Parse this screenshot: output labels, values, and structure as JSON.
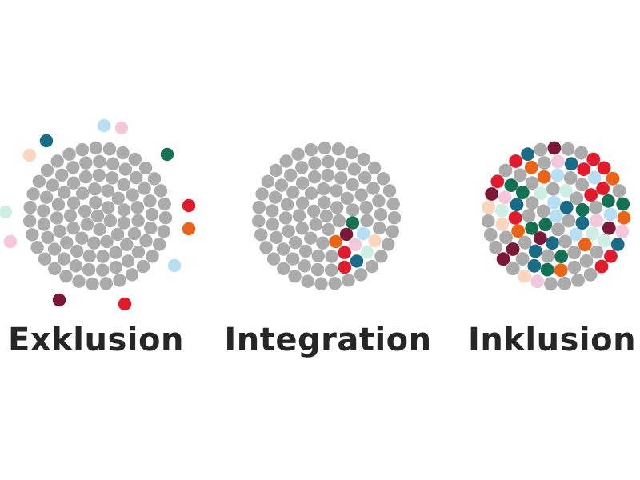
{
  "colors": {
    "gray": "#ababab",
    "palette": [
      "#e21b2c",
      "#7d1738",
      "#1a6b85",
      "#ea6417",
      "#137154",
      "#b8def4",
      "#f3c8dc",
      "#fbd5bd",
      "#cdeee3"
    ]
  },
  "panels": [
    {
      "id": "exklusion",
      "label": "Exklusion",
      "outliers": [
        {
          "color": "#b8def4"
        },
        {
          "color": "#f3c8dc"
        },
        {
          "color": "#1a6b85"
        },
        {
          "color": "#fbd5bd"
        },
        {
          "color": "#137154"
        },
        {
          "color": "#e21b2c"
        },
        {
          "color": "#ea6417"
        },
        {
          "color": "#cdeee3"
        },
        {
          "color": "#f3c8dc"
        },
        {
          "color": "#b8def4"
        },
        {
          "color": "#7d1738"
        },
        {
          "color": "#e21b2c"
        }
      ]
    },
    {
      "id": "integration",
      "label": "Integration",
      "cluster_colors": [
        "#7d1738",
        "#ea6417",
        "#137154",
        "#e21b2c",
        "#b8def4",
        "#f3c8dc",
        "#fbd5bd",
        "#cdeee3",
        "#1a6b85",
        "#e21b2c",
        "#7d1738",
        "#b8def4"
      ]
    },
    {
      "id": "inklusion",
      "label": "Inklusion"
    }
  ]
}
